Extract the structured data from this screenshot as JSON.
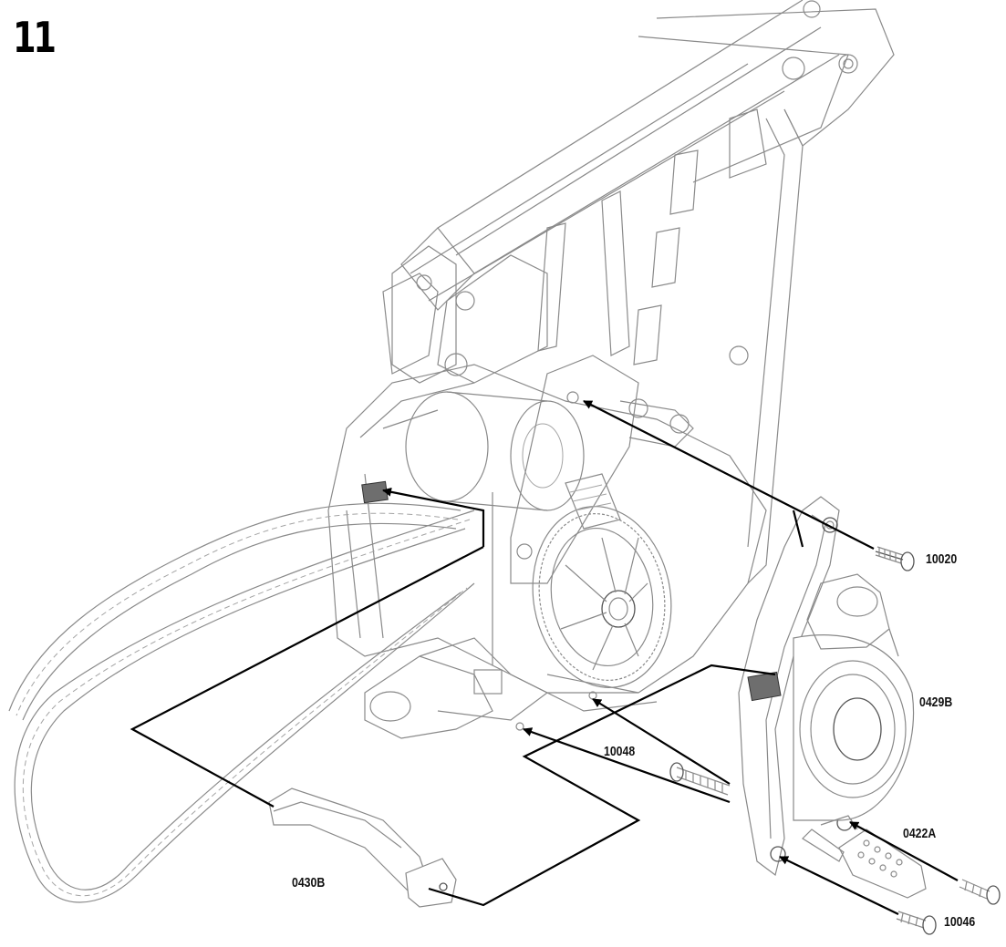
{
  "step_number": "11",
  "callouts": {
    "screw_top": "10020",
    "cover": "0429B",
    "bolt_mid": "10048",
    "footpeg": "0422A",
    "screw_bottom": "10046",
    "chain_guide": "0430B"
  }
}
